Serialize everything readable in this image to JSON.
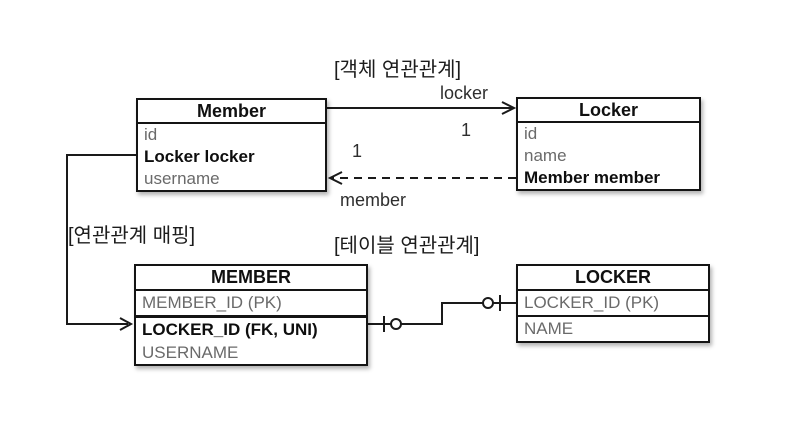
{
  "titles": {
    "object_relation": "[객체 연관관계]",
    "mapping": "[연관관계 매핑]",
    "table_relation": "[테이블 연관관계]"
  },
  "object_diagram": {
    "member_class": {
      "title": "Member",
      "fields": [
        {
          "text": "id",
          "bold": false
        },
        {
          "text": "Locker locker",
          "bold": true
        },
        {
          "text": "username",
          "bold": false
        }
      ]
    },
    "locker_class": {
      "title": "Locker",
      "fields": [
        {
          "text": "id",
          "bold": false
        },
        {
          "text": "name",
          "bold": false
        },
        {
          "text": "Member member",
          "bold": true
        }
      ]
    },
    "association": {
      "to_locker_label": "locker",
      "to_locker_multiplicity": "1",
      "to_member_label": "member",
      "to_member_multiplicity": "1"
    }
  },
  "table_diagram": {
    "member_table": {
      "title": "MEMBER",
      "fields": [
        {
          "text": "MEMBER_ID (PK)",
          "bold": false
        },
        {
          "text": "LOCKER_ID (FK, UNI)",
          "bold": true
        },
        {
          "text": "USERNAME",
          "bold": false
        }
      ]
    },
    "locker_table": {
      "title": "LOCKER",
      "fields": [
        {
          "text": "LOCKER_ID (PK)",
          "bold": false
        },
        {
          "text": "NAME",
          "bold": false
        }
      ]
    }
  },
  "colors": {
    "line": "#1a1a1a",
    "muted_text": "#6a6a6a",
    "strong_text": "#111111"
  }
}
